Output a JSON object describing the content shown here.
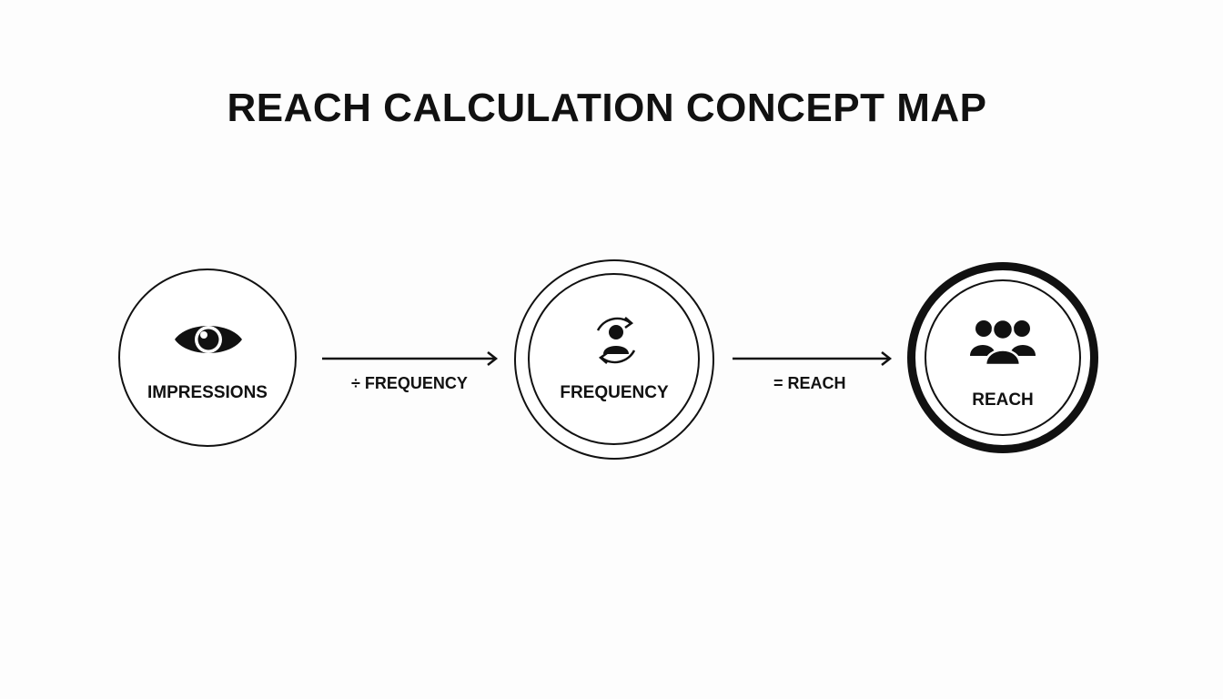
{
  "title": "REACH CALCULATION CONCEPT MAP",
  "nodes": [
    {
      "label": "IMPRESSIONS",
      "icon": "eye-icon"
    },
    {
      "label": "FREQUENCY",
      "icon": "person-cycle-icon"
    },
    {
      "label": "REACH",
      "icon": "group-icon"
    }
  ],
  "edges": [
    {
      "from": "IMPRESSIONS",
      "to": "FREQUENCY",
      "label": "÷ FREQUENCY"
    },
    {
      "from": "FREQUENCY",
      "to": "REACH",
      "label": "= REACH"
    }
  ],
  "colors": {
    "stroke": "#111111",
    "background": "#fdfdfd"
  }
}
